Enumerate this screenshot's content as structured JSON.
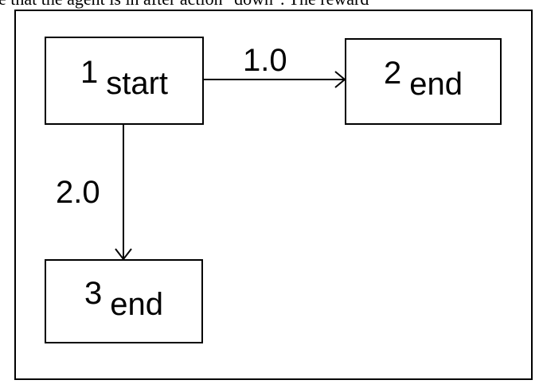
{
  "top_text": "e that the agent is in after action \"down\". The reward",
  "nodes": [
    {
      "id": "1",
      "label": "start"
    },
    {
      "id": "2",
      "label": "end"
    },
    {
      "id": "3",
      "label": "end"
    }
  ],
  "edges": [
    {
      "from": "1",
      "to": "2",
      "weight": "1.0"
    },
    {
      "from": "1",
      "to": "3",
      "weight": "2.0"
    }
  ]
}
